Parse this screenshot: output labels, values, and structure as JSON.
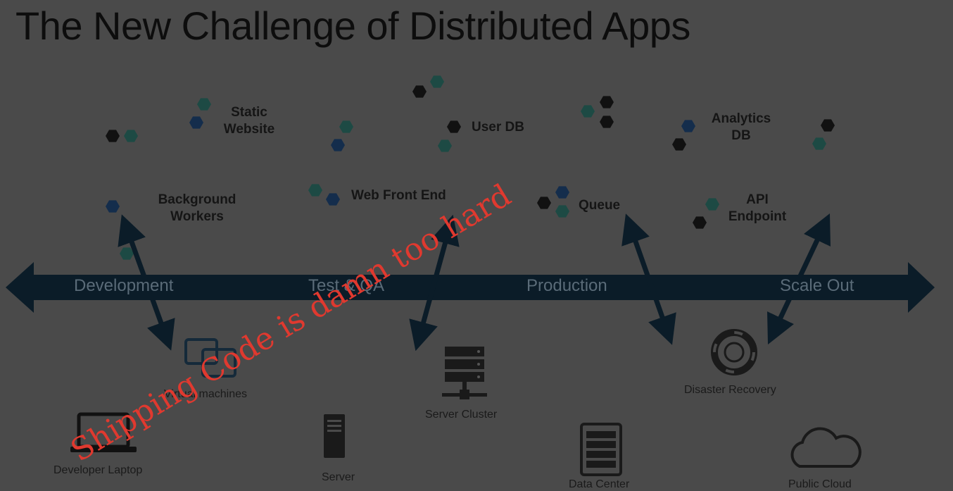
{
  "title": "The New Challenge of Distributed Apps",
  "components": {
    "static_website": "Static\nWebsite",
    "user_db": "User DB",
    "analytics_db": "Analytics\nDB",
    "background_workers": "Background\nWorkers",
    "web_front_end": "Web Front End",
    "queue": "Queue",
    "api_endpoint": "API\nEndpoint"
  },
  "stages": {
    "development": "Development",
    "test_qa": "Test & QA",
    "production": "Production",
    "scale_out": "Scale Out"
  },
  "environments": {
    "virtual_machines": "Virtual machines",
    "server_cluster": "Server Cluster",
    "disaster_recovery": "Disaster Recovery",
    "developer_laptop": "Developer Laptop",
    "server": "Server",
    "data_center": "Data Center",
    "public_cloud": "Public Cloud"
  },
  "overlay_text": "Shipping Code is damn too hard",
  "colors": {
    "background": "#4a4a4a",
    "hex_teal": "#1d4a44",
    "hex_blue": "#142d4c",
    "hex_black": "#111111",
    "arrow": "#0b1c28",
    "overlay": "#e0392f"
  }
}
